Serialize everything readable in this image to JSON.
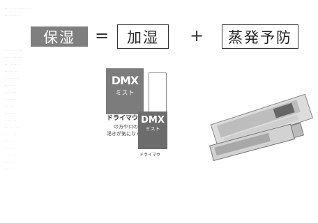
{
  "equation": {
    "term_highlight": "保湿",
    "equals": "=",
    "term_1": "加湿",
    "plus": "+",
    "term_2": "蒸発予防"
  },
  "product_1": {
    "logo": "DMX",
    "sub": "ミスト",
    "name": "ドライマウス",
    "lines": [
      "の方や口の",
      "渇きが気になる時に"
    ],
    "small_logo": "DMX",
    "small_sub": "ミスト",
    "small_name": "ドライマウ"
  },
  "colors": {
    "highlight_bg": "#7f7f7f",
    "product_bg": "#7c7c7c"
  },
  "icons": {
    "tube": "ointment-tube-photo"
  }
}
